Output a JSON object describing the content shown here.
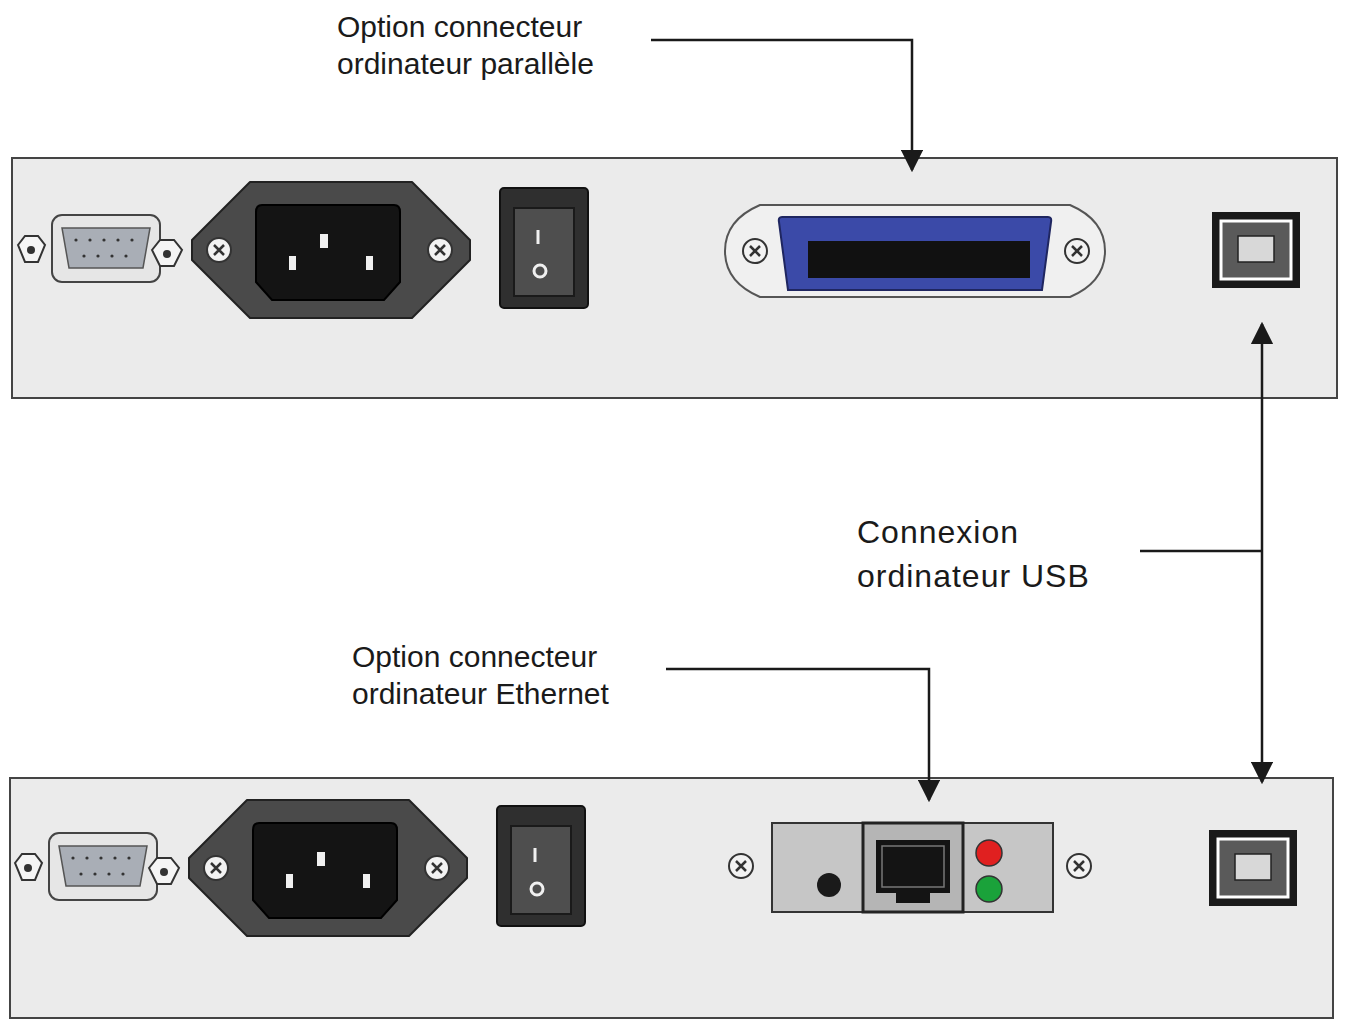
{
  "diagram": {
    "labels": [
      "Option connecteur ordinateur parallèle",
      "Connexion ordinateur USB",
      "Option connecteur ordinateur Ethernet"
    ]
  }
}
